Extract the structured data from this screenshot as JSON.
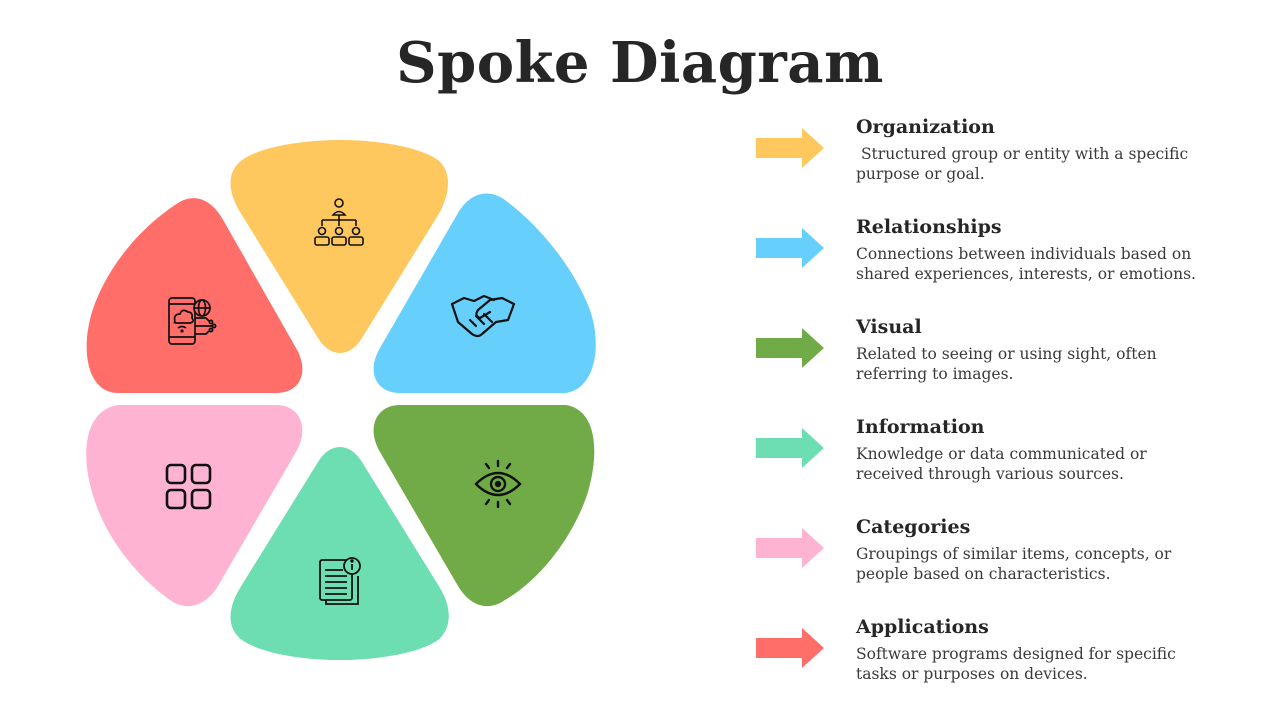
{
  "title": "Spoke Diagram",
  "colors": {
    "yellow": "#FFC85E",
    "blue": "#66CFFB",
    "green": "#71AB47",
    "teal": "#6DDDB2",
    "pink": "#FFB3D2",
    "red": "#FF6E69"
  },
  "spokes": [
    {
      "icon": "hierarchy-icon",
      "color": "yellow"
    },
    {
      "icon": "handshake-icon",
      "color": "blue"
    },
    {
      "icon": "eye-icon",
      "color": "green"
    },
    {
      "icon": "info-document-icon",
      "color": "teal"
    },
    {
      "icon": "grid-icon",
      "color": "pink"
    },
    {
      "icon": "mobile-cloud-icon",
      "color": "red"
    }
  ],
  "items": [
    {
      "title": "Organization",
      "desc": " Structured group or entity with a specific purpose or goal.",
      "color": "yellow"
    },
    {
      "title": "Relationships",
      "desc": "Connections between individuals based on shared experiences, interests, or emotions.",
      "color": "blue"
    },
    {
      "title": "Visual",
      "desc": "Related to seeing or using sight, often referring to images.",
      "color": "green"
    },
    {
      "title": "Information",
      "desc": "Knowledge or data communicated or received through various sources.",
      "color": "teal"
    },
    {
      "title": "Categories",
      "desc": "Groupings of similar items, concepts, or people based on characteristics.",
      "color": "pink"
    },
    {
      "title": "Applications",
      "desc": "Software programs designed for specific tasks or purposes on devices.",
      "color": "red"
    }
  ]
}
